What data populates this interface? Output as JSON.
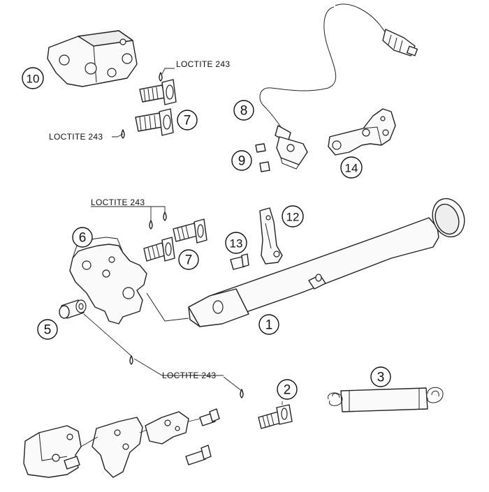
{
  "callouts": {
    "c1": "1",
    "c2": "2",
    "c3": "3",
    "c5": "5",
    "c6": "6",
    "c7a": "7",
    "c7b": "7",
    "c8": "8",
    "c9": "9",
    "c10": "10",
    "c12": "12",
    "c13": "13",
    "c14": "14"
  },
  "notes": {
    "loctite_1": "LOCTITE 243",
    "loctite_2": "LOCTITE 243",
    "loctite_3": "LOCTITE 243",
    "loctite_4": "LOCTITE 243"
  }
}
